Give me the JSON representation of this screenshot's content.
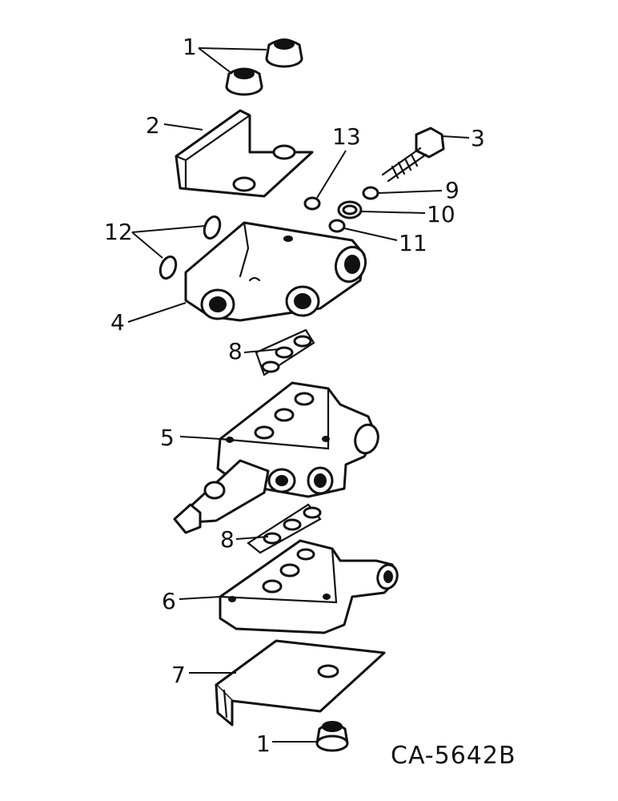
{
  "drawing_number": "CA-5642B",
  "callouts": {
    "c1_top": "1",
    "c2": "2",
    "c3": "3",
    "c4": "4",
    "c5": "5",
    "c6": "6",
    "c7": "7",
    "c8_upper": "8",
    "c8_lower": "8",
    "c9": "9",
    "c10": "10",
    "c11": "11",
    "c12": "12",
    "c13": "13",
    "c1_bottom": "1"
  }
}
